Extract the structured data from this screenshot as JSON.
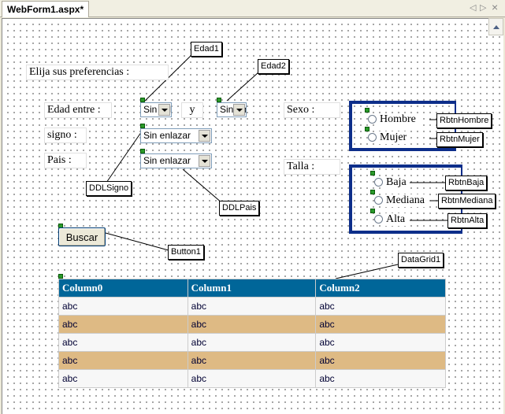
{
  "tabbar": {
    "tab_title": "WebForm1.aspx*",
    "nav_left": "◁",
    "nav_right": "▷",
    "close": "×"
  },
  "form": {
    "heading": "Elija sus preferencias :",
    "edad_label": "Edad entre :",
    "y_label": "y",
    "signo_label": "signo :",
    "pais_label": "Pais :",
    "sexo_label": "Sexo :",
    "talla_label": "Talla :",
    "edad1_value": "Sin enlazar",
    "edad2_value": "Sin enlazar",
    "ddl_signo_value": "Sin enlazar",
    "ddl_pais_value": "Sin enlazar",
    "sexo_options": [
      "Hombre",
      "Mujer"
    ],
    "talla_options": [
      "Baja",
      "Mediana",
      "Alta"
    ],
    "buscar_button": "Buscar"
  },
  "callouts": {
    "edad1": "Edad1",
    "edad2": "Edad2",
    "ddl_signo": "DDLSigno",
    "ddl_pais": "DDLPais",
    "button1": "Button1",
    "datagrid1": "DataGrid1",
    "rbtn_hombre": "RbtnHombre",
    "rbtn_mujer": "RbtnMujer",
    "rbtn_baja": "RbtnBaja",
    "rbtn_mediana": "RbtnMediana",
    "rbtn_alta": "RbtnAlta"
  },
  "datagrid": {
    "columns": [
      "Column0",
      "Column1",
      "Column2"
    ],
    "rows": [
      [
        "abc",
        "abc",
        "abc"
      ],
      [
        "abc",
        "abc",
        "abc"
      ],
      [
        "abc",
        "abc",
        "abc"
      ],
      [
        "abc",
        "abc",
        "abc"
      ],
      [
        "abc",
        "abc",
        "abc"
      ]
    ],
    "header_color": "#006699",
    "alt_row_color": "#DEBA84"
  }
}
